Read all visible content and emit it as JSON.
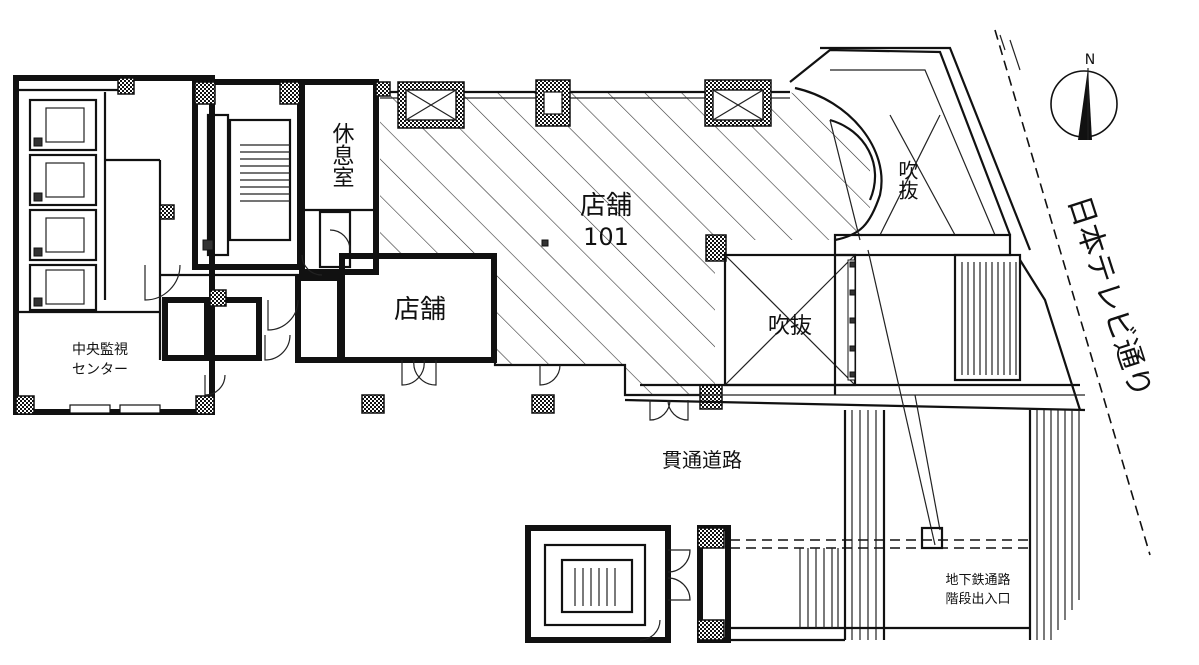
{
  "rooms": {
    "rest_room": "休息室",
    "shop_101_name": "店舗",
    "shop_101_number": "101",
    "shop_small": "店舗",
    "atrium_right": "吹抜",
    "atrium_center": "吹抜",
    "control_center_line1": "中央監視",
    "control_center_line2": "センター",
    "passage": "貫通道路",
    "subway_line1": "地下鉄通路",
    "subway_line2": "階段出入口",
    "street": "日本テレビ通り"
  },
  "compass": {
    "north": "N"
  },
  "colors": {
    "line": "#111111",
    "background": "#ffffff"
  }
}
